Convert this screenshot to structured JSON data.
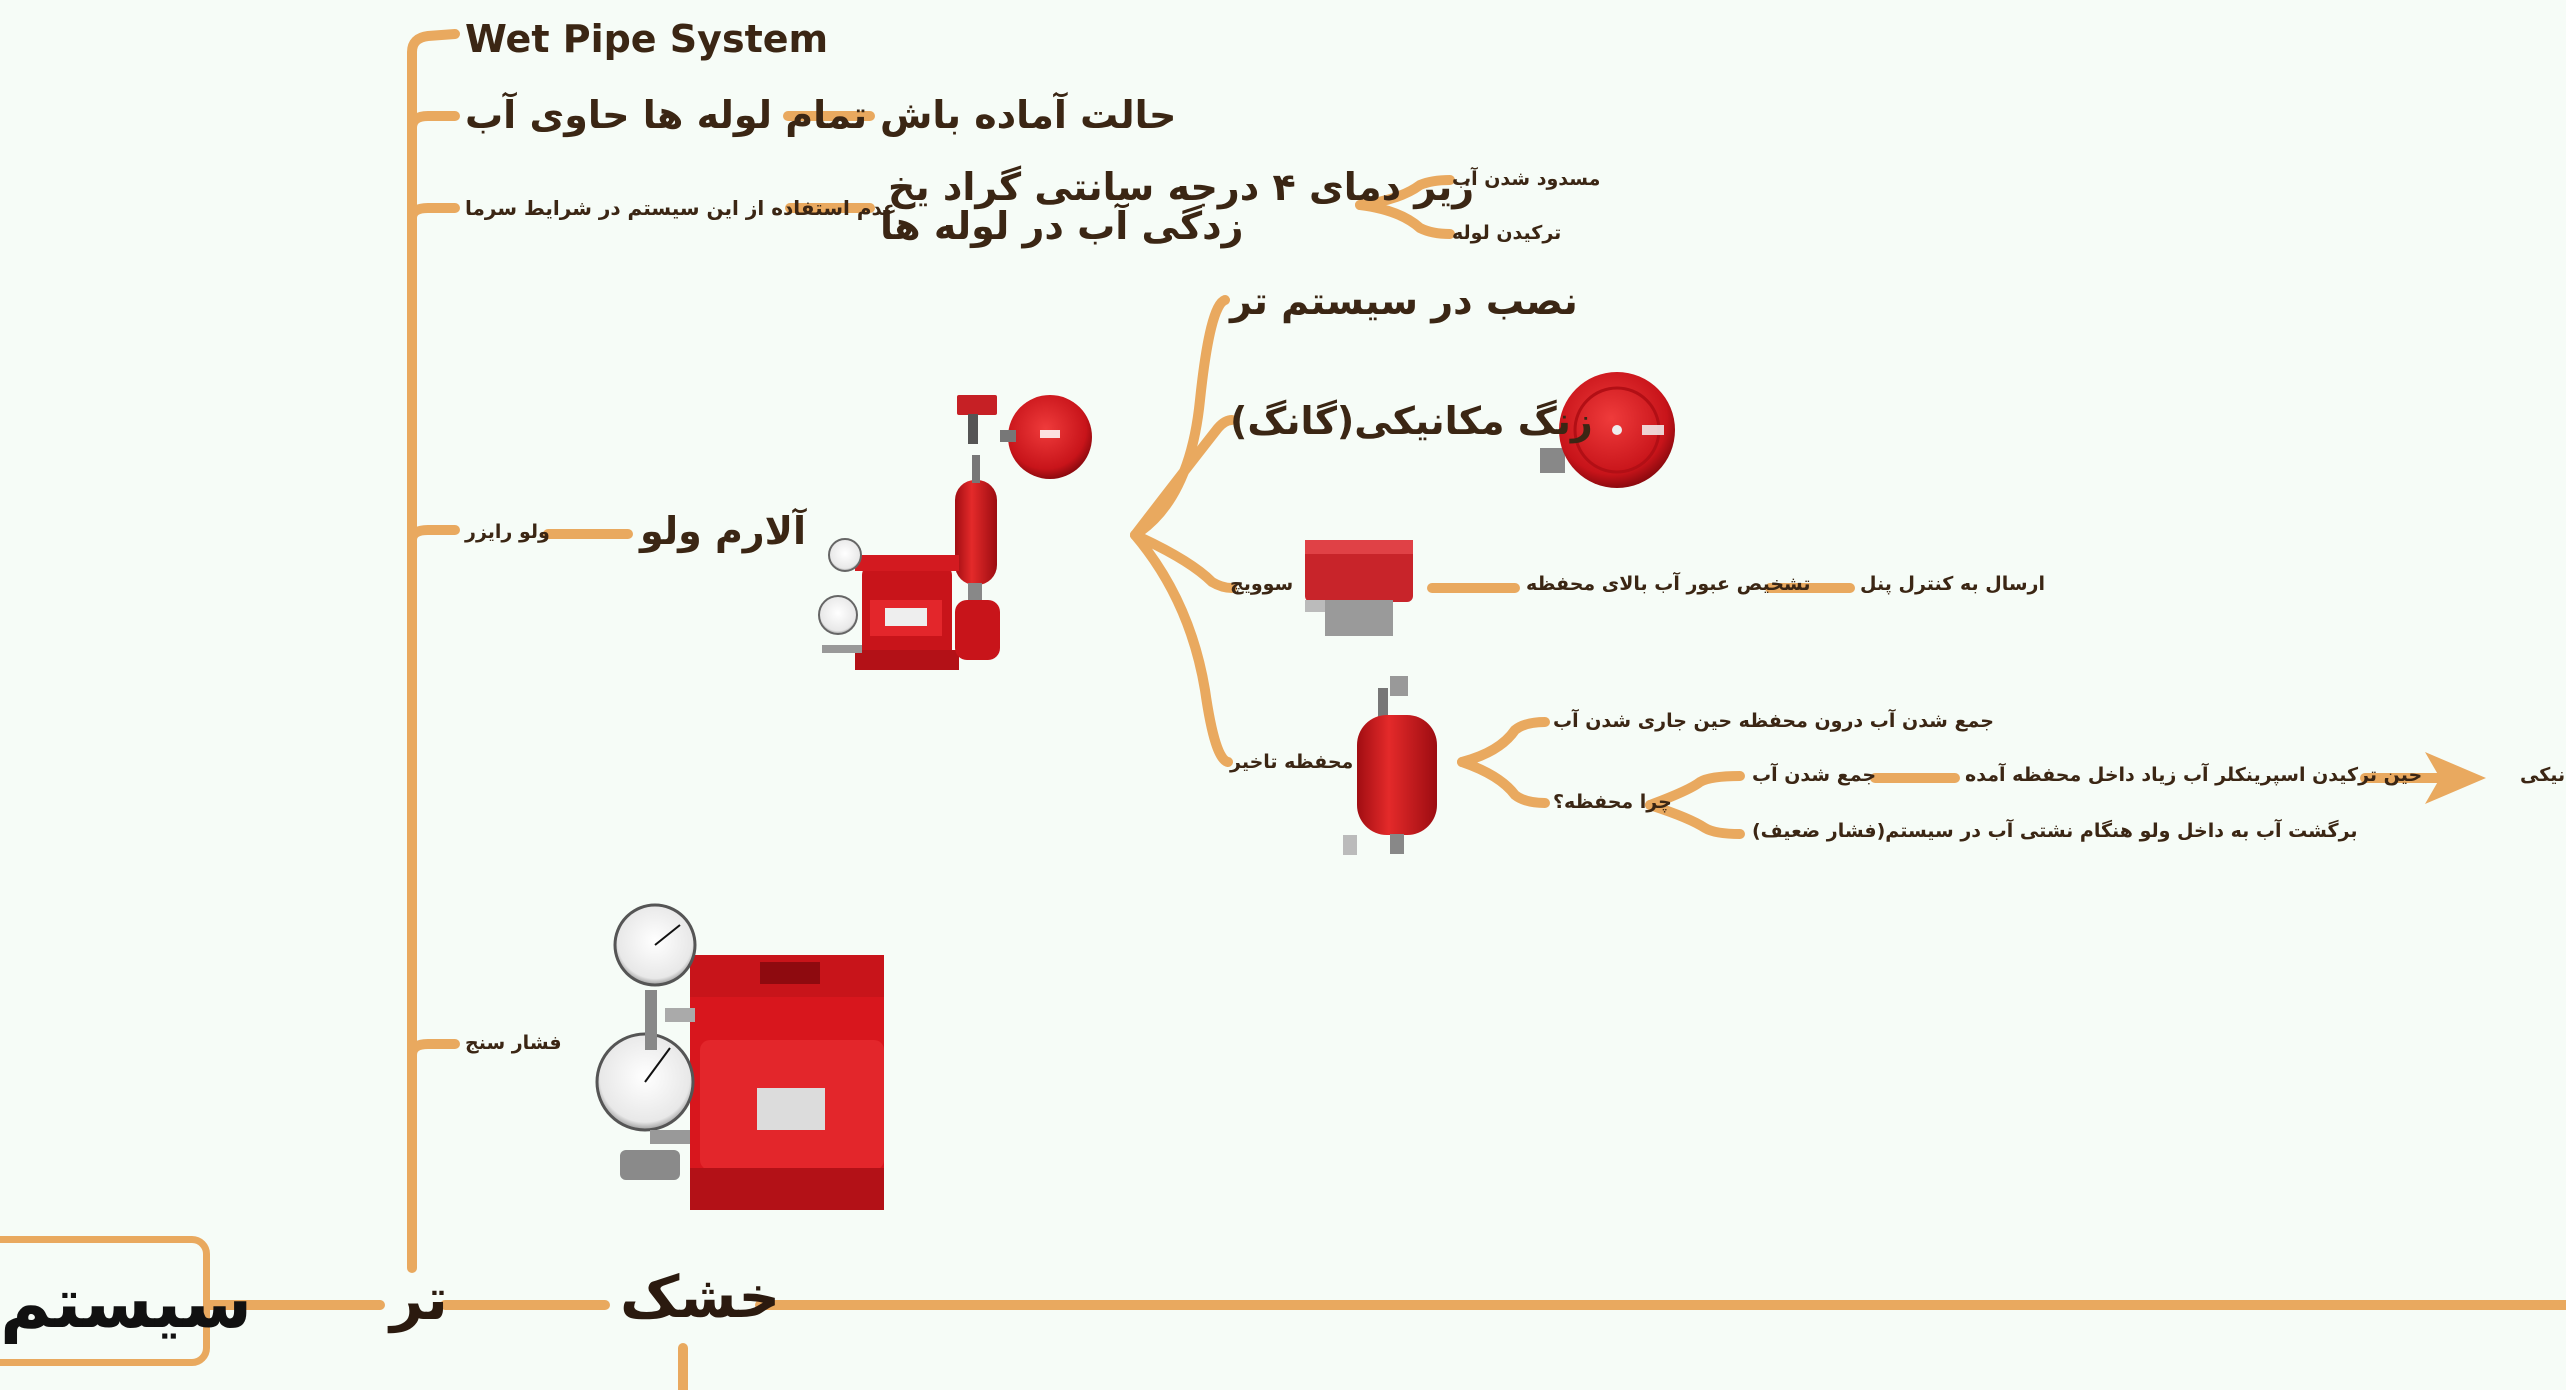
{
  "diagram": {
    "root": "سیستم",
    "branch_wet": "تر",
    "branch_dry": "خشک",
    "wet": {
      "title_en": "Wet Pipe System",
      "all_pipes": "تمام لوله ها حاوی آب",
      "ready_state": "حالت آماده باش",
      "no_cold_use": "عدم استفاده از این سیستم در شرایط سرما",
      "below_4c": "زیر دمای ۴ درجه سانتی گراد یخ",
      "freeze_water": "زدگی آب  در لوله ها",
      "water_blocked": "مسدود شدن آب",
      "pipe_burst": "ترکیدن لوله",
      "riser_valve": "ولو رایزر",
      "alarm_valve": "آلارم ولو",
      "gauge": "فشار سنج",
      "install_wet": "نصب در سیستم تر",
      "gong": "زنگ مکانیکی(گانگ)",
      "switch": "سوویچ",
      "detect_flow": "تشخیص عبور آب بالای محفظه",
      "send_panel": "ارسال به کنترل پنل",
      "retard_chamber": "محفظه تاخیر",
      "collect_water": "جمع شدن آب درون محفظه حین جاری شدن آب",
      "why_chamber": "چرا محفظه؟",
      "water_collect": "جمع شدن آب",
      "sprinkler_burst": "حین ترکیدن اسپرینکلر آب زیاد داخل محفظه آمده",
      "backflow": "برگشت آب به داخل ولو هنگام نشتی آب در سیستم(فشار ضعیف)",
      "cut_label": "انیکی"
    },
    "colors": {
      "branch": "#e9a95f",
      "valve_red": "#d8161d",
      "text": "#3b2614",
      "background": "#f6fcf7"
    }
  }
}
